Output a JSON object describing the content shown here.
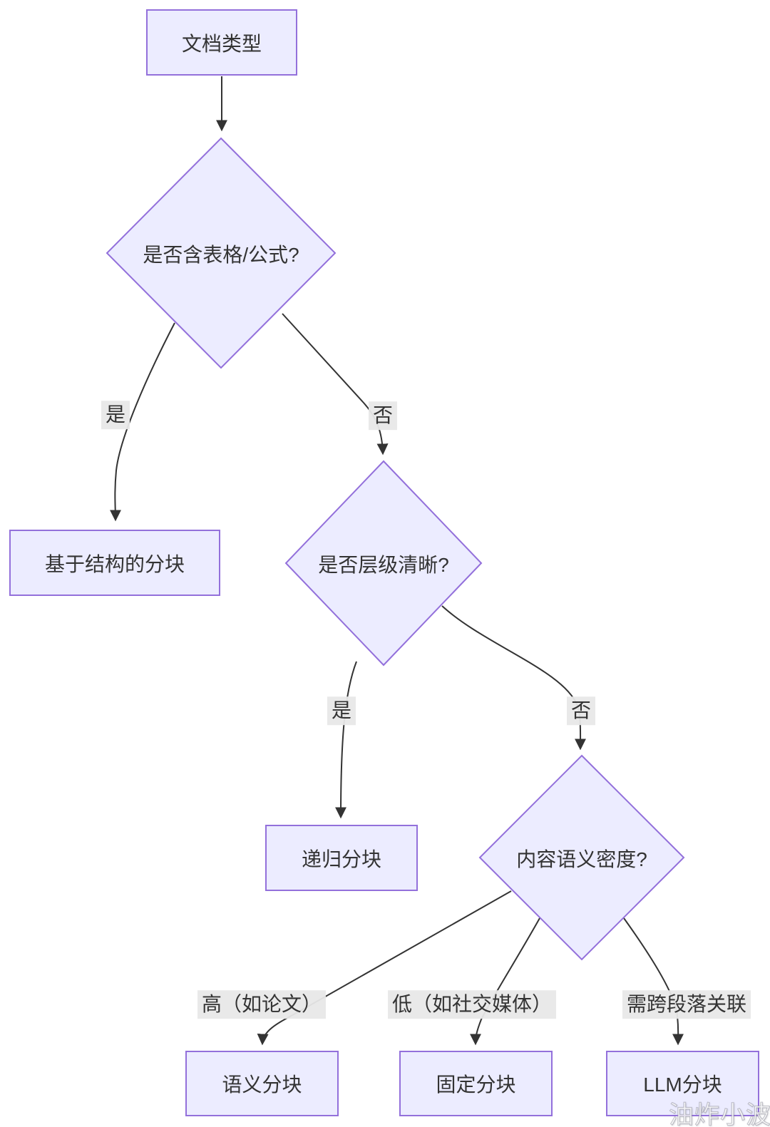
{
  "diagram": {
    "type": "flowchart",
    "direction": "top-down",
    "nodes": [
      {
        "id": "doc_type",
        "shape": "rect",
        "label": "文档类型"
      },
      {
        "id": "has_table_formula",
        "shape": "diamond",
        "label": "是否含表格/公式?"
      },
      {
        "id": "struct_chunk",
        "shape": "rect",
        "label": "基于结构的分块"
      },
      {
        "id": "clear_hierarchy",
        "shape": "diamond",
        "label": "是否层级清晰?"
      },
      {
        "id": "recursive_chunk",
        "shape": "rect",
        "label": "递归分块"
      },
      {
        "id": "semantic_density",
        "shape": "diamond",
        "label": "内容语义密度?"
      },
      {
        "id": "semantic_chunk",
        "shape": "rect",
        "label": "语义分块"
      },
      {
        "id": "fixed_chunk",
        "shape": "rect",
        "label": "固定分块"
      },
      {
        "id": "llm_chunk",
        "shape": "rect",
        "label": "LLM分块"
      }
    ],
    "edges": [
      {
        "from": "doc_type",
        "to": "has_table_formula",
        "label": ""
      },
      {
        "from": "has_table_formula",
        "to": "struct_chunk",
        "label": "是"
      },
      {
        "from": "has_table_formula",
        "to": "clear_hierarchy",
        "label": "否"
      },
      {
        "from": "clear_hierarchy",
        "to": "recursive_chunk",
        "label": "是"
      },
      {
        "from": "clear_hierarchy",
        "to": "semantic_density",
        "label": "否"
      },
      {
        "from": "semantic_density",
        "to": "semantic_chunk",
        "label": "高（如论文）"
      },
      {
        "from": "semantic_density",
        "to": "fixed_chunk",
        "label": "低（如社交媒体）"
      },
      {
        "from": "semantic_density",
        "to": "llm_chunk",
        "label": "需跨段落关联"
      }
    ],
    "colors": {
      "node_fill": "#ECECFF",
      "node_border": "#9370DB",
      "edge_stroke": "#333333",
      "edge_label_bg": "#E8E8E8",
      "text": "#333333",
      "background": "#FFFFFF"
    },
    "watermark": "油炸小波"
  }
}
